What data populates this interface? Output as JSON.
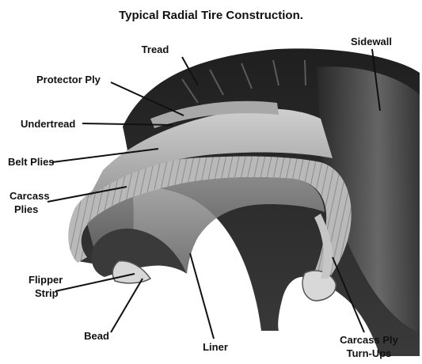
{
  "title": "Typical Radial Tire Construction.",
  "labels": {
    "tread": "Tread",
    "sidewall": "Sidewall",
    "protector_ply": "Protector Ply",
    "undertread": "Undertread",
    "belt_plies": "Belt Plies",
    "carcass_plies_line1": "Carcass",
    "carcass_plies_line2": "Plies",
    "flipper_strip_line1": "Flipper",
    "flipper_strip_line2": "Strip",
    "bead": "Bead",
    "liner": "Liner",
    "carcass_ply_turnups_line1": "Carcass Ply",
    "carcass_ply_turnups_line2": "Turn-Ups"
  },
  "colors": {
    "rubber_dark": "#2b2b2b",
    "rubber_mid": "#6f6f6f",
    "ply_light": "#bdbdbd",
    "liner": "#8c8c8c",
    "text": "#111111"
  }
}
